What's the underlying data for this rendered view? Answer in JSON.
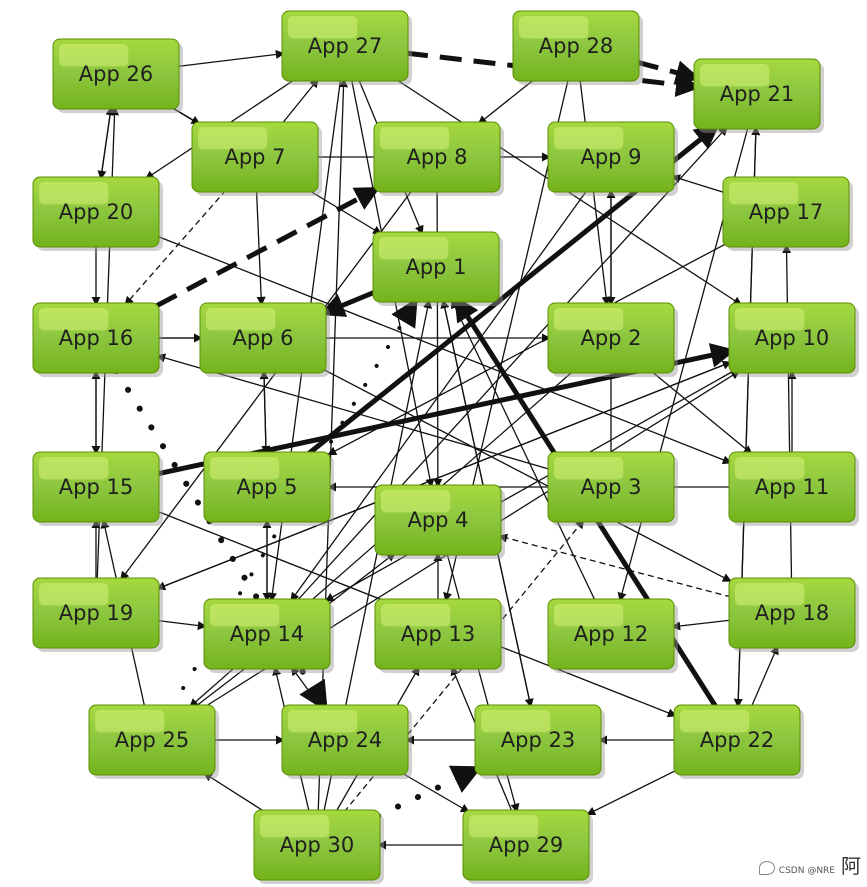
{
  "nodes": [
    {
      "id": "n26",
      "label": "App 26"
    },
    {
      "id": "n27",
      "label": "App 27"
    },
    {
      "id": "n28",
      "label": "App 28"
    },
    {
      "id": "n21",
      "label": "App 21"
    },
    {
      "id": "n7",
      "label": "App 7"
    },
    {
      "id": "n8",
      "label": "App 8"
    },
    {
      "id": "n9",
      "label": "App 9"
    },
    {
      "id": "n20",
      "label": "App 20"
    },
    {
      "id": "n17",
      "label": "App 17"
    },
    {
      "id": "n1",
      "label": "App 1"
    },
    {
      "id": "n16",
      "label": "App 16"
    },
    {
      "id": "n6",
      "label": "App 6"
    },
    {
      "id": "n2",
      "label": "App 2"
    },
    {
      "id": "n10",
      "label": "App 10"
    },
    {
      "id": "n15",
      "label": "App 15"
    },
    {
      "id": "n5",
      "label": "App 5"
    },
    {
      "id": "n4",
      "label": "App 4"
    },
    {
      "id": "n3",
      "label": "App 3"
    },
    {
      "id": "n11",
      "label": "App 11"
    },
    {
      "id": "n19",
      "label": "App 19"
    },
    {
      "id": "n14",
      "label": "App 14"
    },
    {
      "id": "n13",
      "label": "App 13"
    },
    {
      "id": "n12",
      "label": "App 12"
    },
    {
      "id": "n18",
      "label": "App 18"
    },
    {
      "id": "n25",
      "label": "App 25"
    },
    {
      "id": "n24",
      "label": "App 24"
    },
    {
      "id": "n23",
      "label": "App 23"
    },
    {
      "id": "n22",
      "label": "App 22"
    },
    {
      "id": "n30",
      "label": "App 30"
    },
    {
      "id": "n29",
      "label": "App 29"
    }
  ],
  "edges": [
    {
      "from": "n26",
      "to": "n27",
      "style": "solid",
      "weight": "thin"
    },
    {
      "from": "n27",
      "to": "n21",
      "style": "dashed",
      "weight": "thick"
    },
    {
      "from": "n28",
      "to": "n21",
      "style": "dashed",
      "weight": "thick"
    },
    {
      "from": "n26",
      "to": "n7",
      "style": "solid",
      "weight": "thin"
    },
    {
      "from": "n26",
      "to": "n1",
      "style": "solid",
      "weight": "thin"
    },
    {
      "from": "n26",
      "to": "n20",
      "style": "solid",
      "weight": "thin"
    },
    {
      "from": "n20",
      "to": "n26",
      "style": "solid",
      "weight": "thin"
    },
    {
      "from": "n20",
      "to": "n16",
      "style": "solid",
      "weight": "thin"
    },
    {
      "from": "n7",
      "to": "n6",
      "style": "solid",
      "weight": "thin"
    },
    {
      "from": "n7",
      "to": "n16",
      "style": "dashed",
      "weight": "thin"
    },
    {
      "from": "n7",
      "to": "n9",
      "style": "solid",
      "weight": "thin"
    },
    {
      "from": "n7",
      "to": "n27",
      "style": "solid",
      "weight": "thin"
    },
    {
      "from": "n27",
      "to": "n20",
      "style": "solid",
      "weight": "thin"
    },
    {
      "from": "n27",
      "to": "n14",
      "style": "solid",
      "weight": "thin"
    },
    {
      "from": "n27",
      "to": "n4",
      "style": "solid",
      "weight": "thin"
    },
    {
      "from": "n27",
      "to": "n10",
      "style": "solid",
      "weight": "thin"
    },
    {
      "from": "n27",
      "to": "n1",
      "style": "solid",
      "weight": "thin"
    },
    {
      "from": "n28",
      "to": "n8",
      "style": "solid",
      "weight": "thin"
    },
    {
      "from": "n28",
      "to": "n13",
      "style": "solid",
      "weight": "thin"
    },
    {
      "from": "n28",
      "to": "n2",
      "style": "solid",
      "weight": "thin"
    },
    {
      "from": "n16",
      "to": "n8",
      "style": "dashed",
      "weight": "thick"
    },
    {
      "from": "n16",
      "to": "n6",
      "style": "solid",
      "weight": "thin"
    },
    {
      "from": "n16",
      "to": "n2",
      "style": "solid",
      "weight": "thin"
    },
    {
      "from": "n16",
      "to": "n15",
      "style": "solid",
      "weight": "thin"
    },
    {
      "from": "n15",
      "to": "n16",
      "style": "solid",
      "weight": "thin"
    },
    {
      "from": "n15",
      "to": "n10",
      "style": "solid",
      "weight": "thick"
    },
    {
      "from": "n5",
      "to": "n21",
      "style": "solid",
      "weight": "thick"
    },
    {
      "from": "n22",
      "to": "n1",
      "style": "solid",
      "weight": "thick"
    },
    {
      "from": "n1",
      "to": "n6",
      "style": "solid",
      "weight": "thick"
    },
    {
      "from": "n19",
      "to": "n15",
      "style": "solid",
      "weight": "thin"
    },
    {
      "from": "n19",
      "to": "n26",
      "style": "solid",
      "weight": "thin"
    },
    {
      "from": "n19",
      "to": "n14",
      "style": "solid",
      "weight": "thin"
    },
    {
      "from": "n19",
      "to": "n10",
      "style": "solid",
      "weight": "thin"
    },
    {
      "from": "n25",
      "to": "n24",
      "style": "solid",
      "weight": "thin"
    },
    {
      "from": "n25",
      "to": "n15",
      "style": "solid",
      "weight": "thin"
    },
    {
      "from": "n25",
      "to": "n4",
      "style": "solid",
      "weight": "thin"
    },
    {
      "from": "n25",
      "to": "n10",
      "style": "solid",
      "weight": "thin"
    },
    {
      "from": "n23",
      "to": "n24",
      "style": "solid",
      "weight": "thin"
    },
    {
      "from": "n22",
      "to": "n23",
      "style": "solid",
      "weight": "thin"
    },
    {
      "from": "n22",
      "to": "n21",
      "style": "solid",
      "weight": "thin"
    },
    {
      "from": "n22",
      "to": "n18",
      "style": "solid",
      "weight": "thin"
    },
    {
      "from": "n21",
      "to": "n22",
      "style": "solid",
      "weight": "thin"
    },
    {
      "from": "n21",
      "to": "n12",
      "style": "solid",
      "weight": "thin"
    },
    {
      "from": "n17",
      "to": "n9",
      "style": "solid",
      "weight": "thin"
    },
    {
      "from": "n18",
      "to": "n17",
      "style": "solid",
      "weight": "thin"
    },
    {
      "from": "n18",
      "to": "n12",
      "style": "solid",
      "weight": "thin"
    },
    {
      "from": "n18",
      "to": "n4",
      "style": "dashed",
      "weight": "thin"
    },
    {
      "from": "n11",
      "to": "n10",
      "style": "solid",
      "weight": "thin"
    },
    {
      "from": "n11",
      "to": "n5",
      "style": "solid",
      "weight": "thin"
    },
    {
      "from": "n29",
      "to": "n30",
      "style": "solid",
      "weight": "thin"
    },
    {
      "from": "n29",
      "to": "n13",
      "style": "solid",
      "weight": "thin"
    },
    {
      "from": "n30",
      "to": "n13",
      "style": "solid",
      "weight": "thin"
    },
    {
      "from": "n30",
      "to": "n27",
      "style": "solid",
      "weight": "thin"
    },
    {
      "from": "n30",
      "to": "n1",
      "style": "solid",
      "weight": "thin"
    },
    {
      "from": "n30",
      "to": "n14",
      "style": "solid",
      "weight": "thin"
    },
    {
      "from": "n30",
      "to": "n25",
      "style": "solid",
      "weight": "thin"
    },
    {
      "from": "n30",
      "to": "n23",
      "style": "dotted",
      "weight": "thick"
    },
    {
      "from": "n30",
      "to": "n3",
      "style": "dashed",
      "weight": "thin"
    },
    {
      "from": "n24",
      "to": "n29",
      "style": "solid",
      "weight": "thin"
    },
    {
      "from": "n24",
      "to": "n14",
      "style": "solid",
      "weight": "thin"
    },
    {
      "from": "n14",
      "to": "n5",
      "style": "solid",
      "weight": "thin"
    },
    {
      "from": "n5",
      "to": "n14",
      "style": "solid",
      "weight": "thin"
    },
    {
      "from": "n5",
      "to": "n6",
      "style": "solid",
      "weight": "thin"
    },
    {
      "from": "n6",
      "to": "n5",
      "style": "solid",
      "weight": "thin"
    },
    {
      "from": "n3",
      "to": "n9",
      "style": "solid",
      "weight": "thin"
    },
    {
      "from": "n2",
      "to": "n11",
      "style": "solid",
      "weight": "thin"
    },
    {
      "from": "n9",
      "to": "n2",
      "style": "solid",
      "weight": "thin"
    },
    {
      "from": "n8",
      "to": "n4",
      "style": "solid",
      "weight": "thin"
    },
    {
      "from": "n13",
      "to": "n4",
      "style": "solid",
      "weight": "thin"
    },
    {
      "from": "n4",
      "to": "n29",
      "style": "solid",
      "weight": "thin"
    },
    {
      "from": "n12",
      "to": "n1",
      "style": "solid",
      "weight": "thin"
    },
    {
      "from": "n10",
      "to": "n14",
      "style": "solid",
      "weight": "thin"
    },
    {
      "from": "n10",
      "to": "n19",
      "style": "solid",
      "weight": "thin"
    },
    {
      "from": "n17",
      "to": "n5",
      "style": "solid",
      "weight": "thin"
    },
    {
      "from": "n20",
      "to": "n11",
      "style": "solid",
      "weight": "thin"
    },
    {
      "from": "n15",
      "to": "n22",
      "style": "solid",
      "weight": "thin"
    },
    {
      "from": "n16",
      "to": "n24",
      "style": "dotted",
      "weight": "thick"
    },
    {
      "from": "n25",
      "to": "n1",
      "style": "dotted",
      "weight": "thin"
    },
    {
      "from": "n6",
      "to": "n18",
      "style": "solid",
      "weight": "thin"
    },
    {
      "from": "n14",
      "to": "n21",
      "style": "solid",
      "weight": "thin"
    },
    {
      "from": "n2",
      "to": "n25",
      "style": "solid",
      "weight": "thin"
    },
    {
      "from": "n1",
      "to": "n23",
      "style": "solid",
      "weight": "thin"
    },
    {
      "from": "n9",
      "to": "n14",
      "style": "solid",
      "weight": "thin"
    },
    {
      "from": "n3",
      "to": "n16",
      "style": "solid",
      "weight": "thin"
    },
    {
      "from": "n8",
      "to": "n19",
      "style": "solid",
      "weight": "thin"
    },
    {
      "from": "n22",
      "to": "n29",
      "style": "solid",
      "weight": "thin"
    },
    {
      "from": "n23",
      "to": "n1",
      "style": "solid",
      "weight": "thin"
    }
  ],
  "watermark": {
    "text": "CSDN @NRE",
    "glyph": "阿"
  },
  "colors": {
    "node_fill": "#8cc63f",
    "node_fill_dark": "#6fae1a",
    "node_border": "#5a8f00",
    "edge": "#111111",
    "label": "#1f1f1f",
    "background": "#ffffff"
  }
}
